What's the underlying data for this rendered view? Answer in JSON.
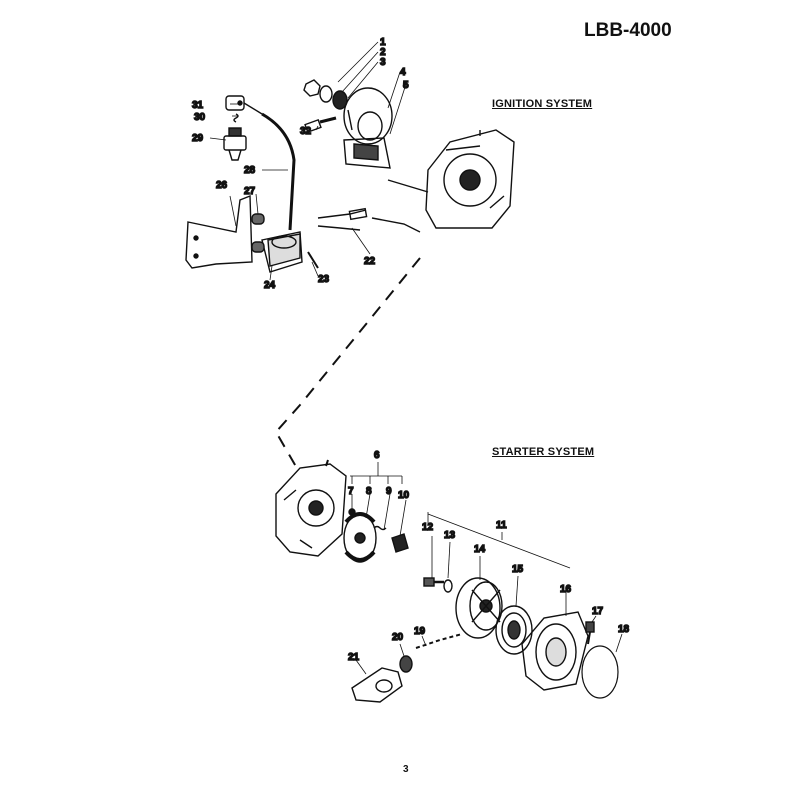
{
  "header": {
    "model": "LBB-4000"
  },
  "sections": {
    "ignition": "IGNITION SYSTEM",
    "starter": "STARTER SYSTEM"
  },
  "footer": {
    "page_number": "3"
  },
  "callouts": {
    "c1": "1",
    "c2": "2",
    "c3": "3",
    "c4": "4",
    "c5": "5",
    "c6": "6",
    "c7": "7",
    "c8": "8",
    "c9": "9",
    "c10": "10",
    "c11": "11",
    "c12": "12",
    "c13": "13",
    "c14": "14",
    "c15": "15",
    "c16": "16",
    "c17": "17",
    "c18": "18",
    "c19": "19",
    "c20": "20",
    "c21": "21",
    "c22": "22",
    "c23": "23",
    "c24": "24",
    "c26": "26",
    "c27": "27",
    "c28": "28",
    "c29": "29",
    "c30": "30",
    "c31": "31",
    "c32": "32"
  }
}
